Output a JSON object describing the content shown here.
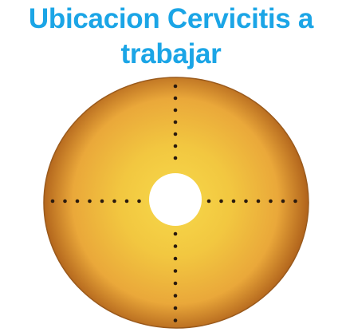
{
  "title": {
    "line1": "Ubicacion Cervicitis a",
    "line2": "trabajar"
  },
  "diagram": {
    "shape": "cervix-disc-with-central-os",
    "quadrant_division": "dotted cross",
    "colors": {
      "title": "#1ba5e6",
      "disc_center": "#f7d94a",
      "disc_mid": "#eaa83a",
      "disc_edge": "#b3661d",
      "os": "#ffffff",
      "dots": "#2a1a0e"
    }
  }
}
